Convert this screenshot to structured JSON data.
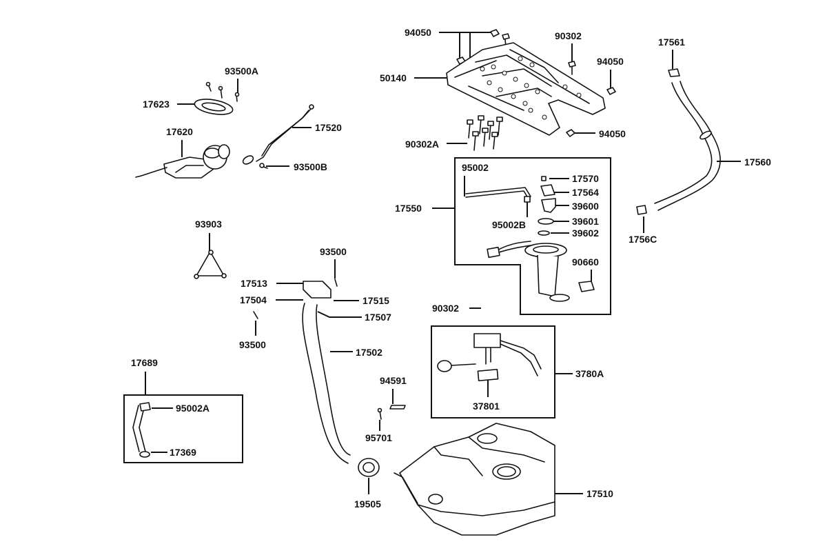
{
  "diagram": {
    "labels": {
      "p94050a": "94050",
      "p90302a": "90302",
      "p94050b": "94050",
      "p17561": "17561",
      "p93500A": "93500A",
      "p50140": "50140",
      "p17623": "17623",
      "p17520": "17520",
      "p17620": "17620",
      "p94050c": "94050",
      "p90302A": "90302A",
      "p93500B": "93500B",
      "p95002": "95002",
      "p17570": "17570",
      "p17560": "17560",
      "p17564": "17564",
      "p17550": "17550",
      "p39600": "39600",
      "p95002B": "95002B",
      "p39601": "39601",
      "p93903": "93903",
      "p39602": "39602",
      "p1756C": "1756C",
      "p93500a": "93500",
      "p90660": "90660",
      "p17513": "17513",
      "p17515": "17515",
      "p17504": "17504",
      "p17507": "17507",
      "p90302b": "90302",
      "p93500b": "93500",
      "p17502": "17502",
      "p17689": "17689",
      "p3780A": "3780A",
      "p94591": "94591",
      "p95002A": "95002A",
      "p37801": "37801",
      "p95701": "95701",
      "p17369": "17369",
      "p17510": "17510",
      "p19505": "19505"
    }
  }
}
